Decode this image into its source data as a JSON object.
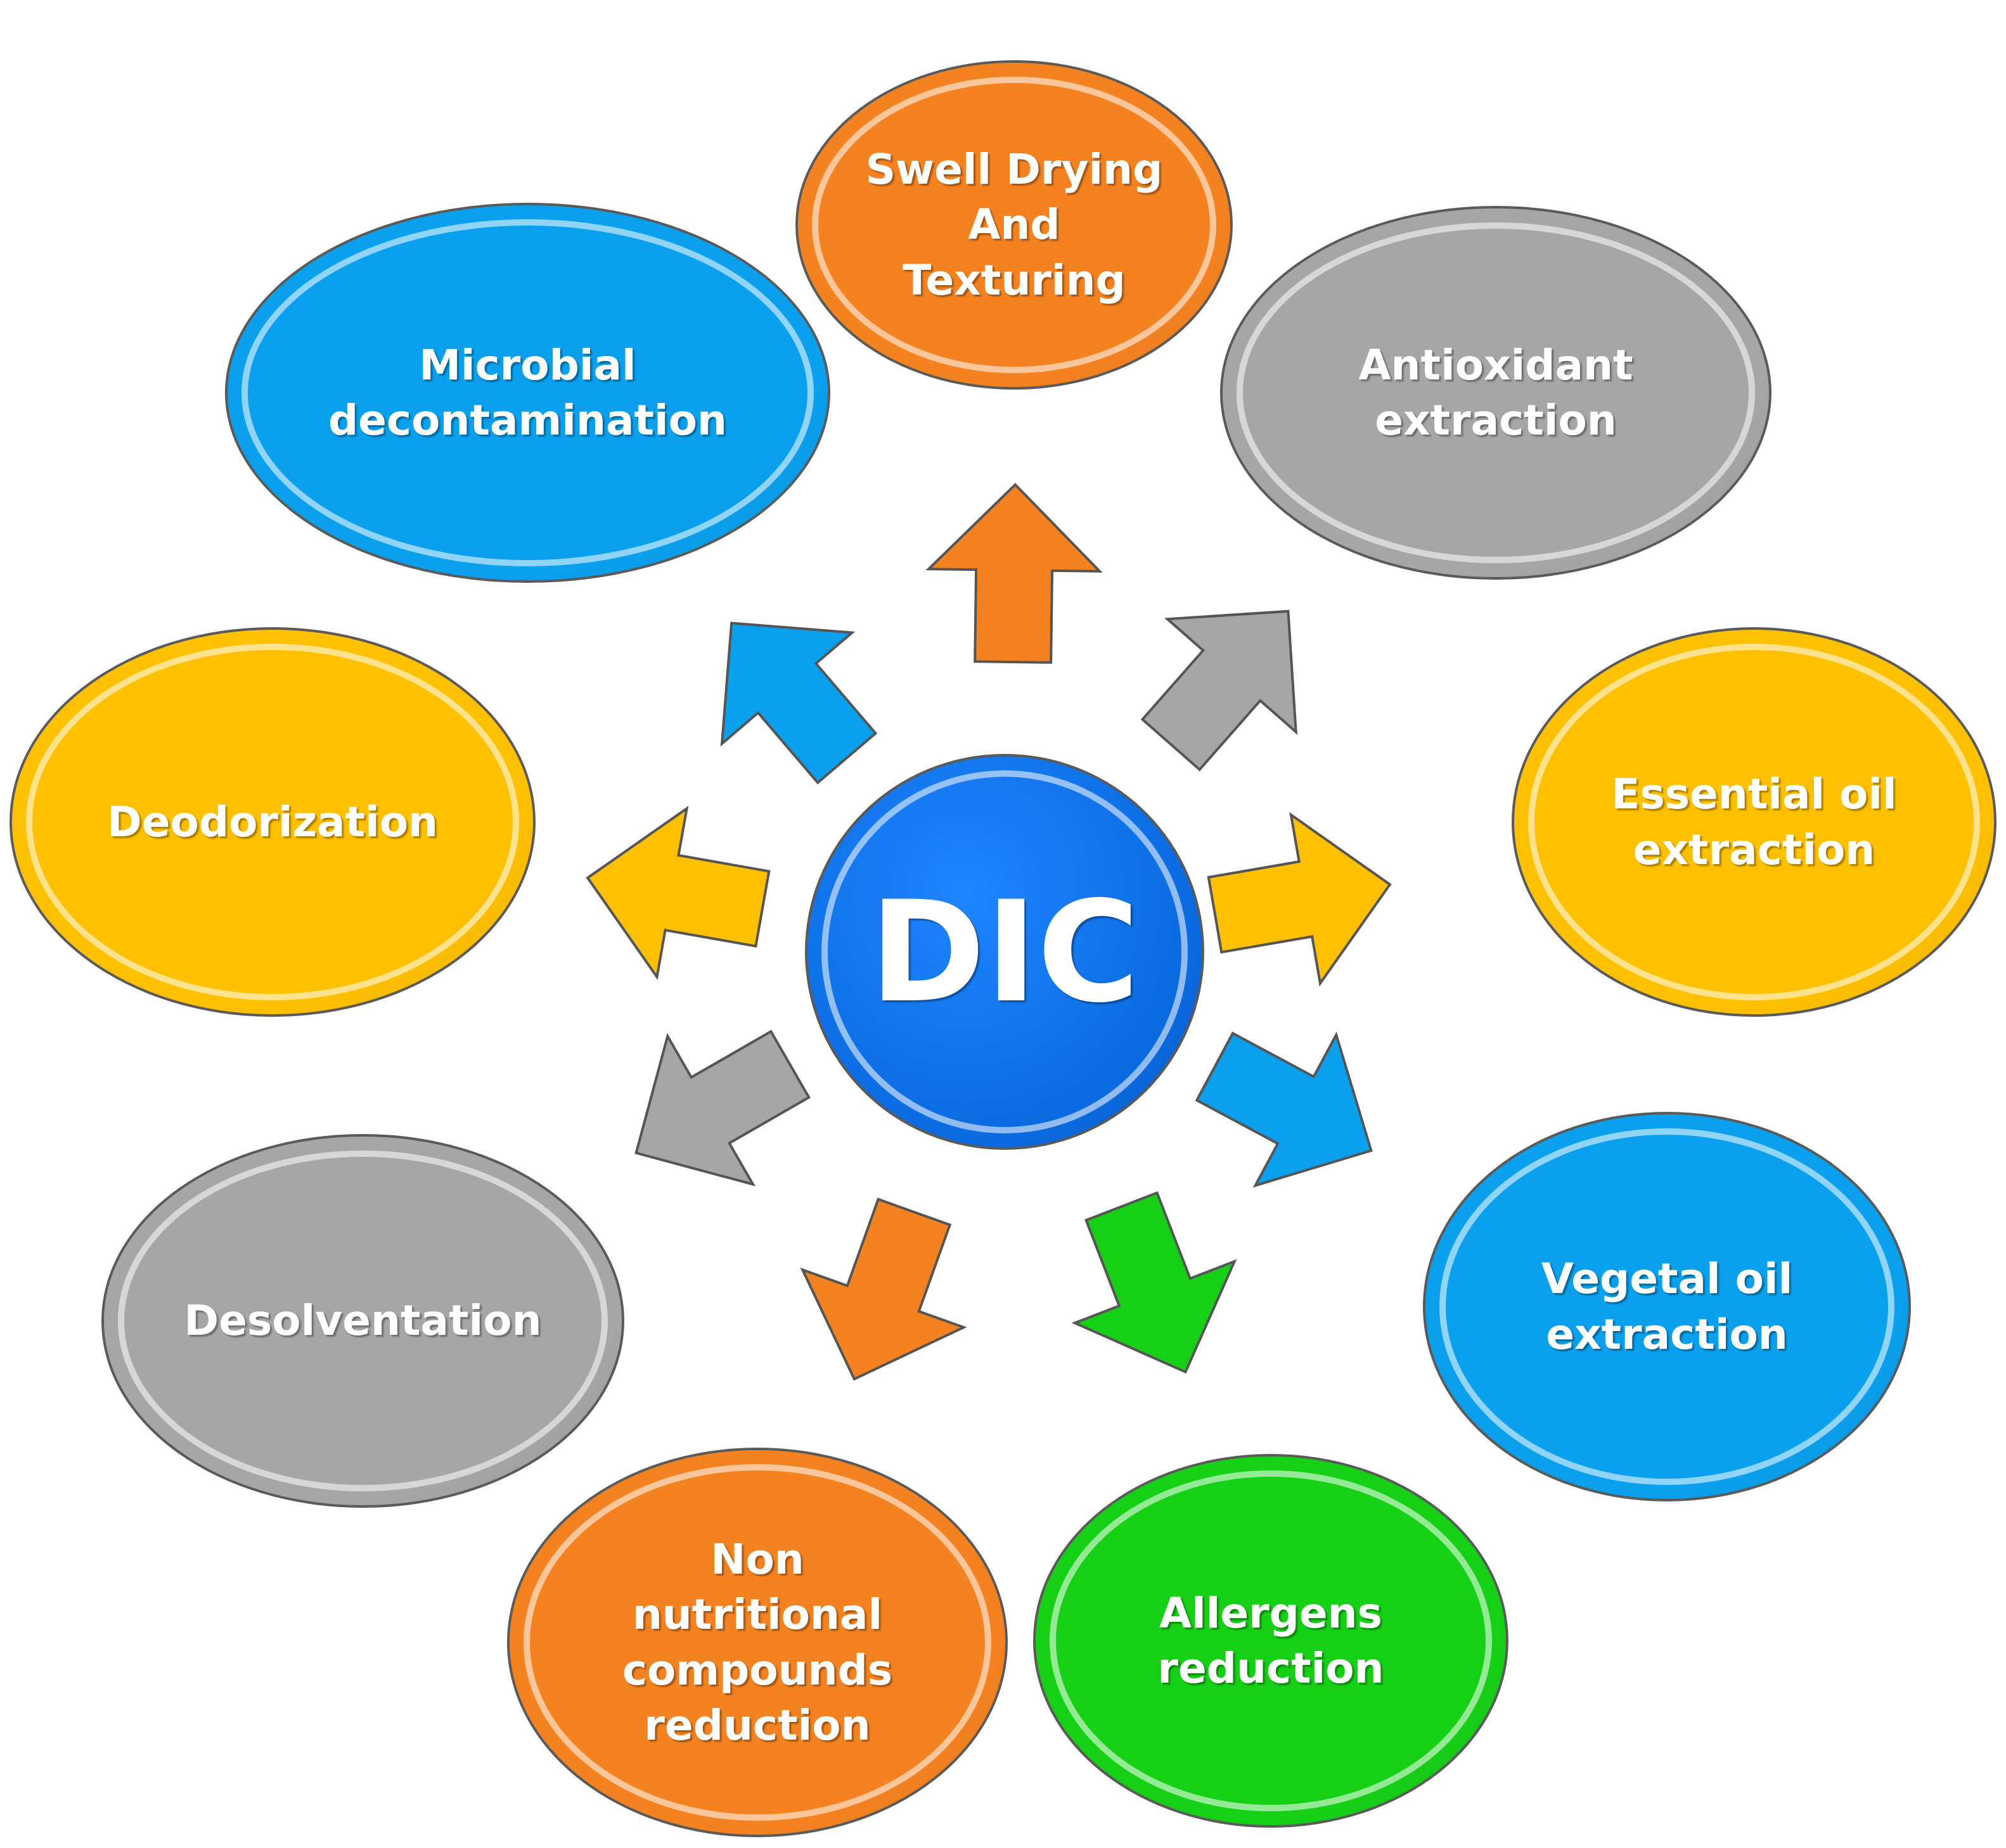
{
  "center": {
    "label": "DIC",
    "color": "#0a6ae0"
  },
  "nodes": [
    {
      "id": "swell-drying",
      "label": "Swell Drying\nAnd\nTexturing",
      "color": "#f58220"
    },
    {
      "id": "antioxidant-extraction",
      "label": "Antioxidant\nextraction",
      "color": "#a6a6a6"
    },
    {
      "id": "essential-oil-extraction",
      "label": "Essential oil\nextraction",
      "color": "#ffc000"
    },
    {
      "id": "vegetal-oil-extraction",
      "label": "Vegetal oil\nextraction",
      "color": "#0aa0ee"
    },
    {
      "id": "allergens-reduction",
      "label": "Allergens\nreduction",
      "color": "#16d016"
    },
    {
      "id": "non-nutritional-reduction",
      "label": "Non\nnutritional\ncompounds\nreduction",
      "color": "#f58220"
    },
    {
      "id": "desolventation",
      "label": "Desolventation",
      "color": "#a6a6a6"
    },
    {
      "id": "deodorization",
      "label": "Deodorization",
      "color": "#ffc000"
    },
    {
      "id": "microbial-decontamination",
      "label": "Microbial\ndecontamination",
      "color": "#0aa0ee"
    }
  ]
}
